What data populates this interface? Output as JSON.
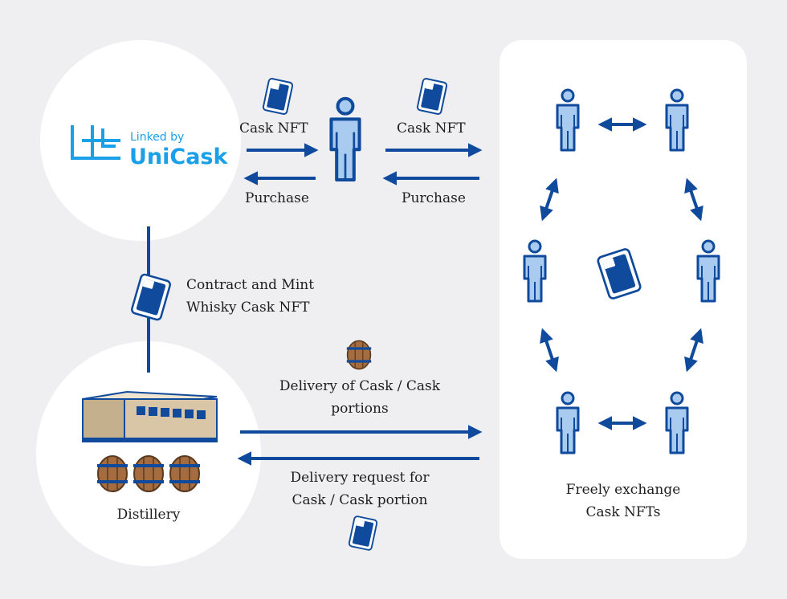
{
  "brand": {
    "small": "Linked by",
    "name": "UniCask"
  },
  "edges": {
    "cask_nft_1": "Cask NFT",
    "cask_nft_2": "Cask NFT",
    "purchase_1": "Purchase",
    "purchase_2": "Purchase",
    "mint_line1": "Contract and Mint",
    "mint_line2": "Whisky Cask NFT",
    "delivery_line1": "Delivery of Cask / Cask",
    "delivery_line2": "portions",
    "request_line1": "Delivery request for",
    "request_line2": "Cask / Cask portion"
  },
  "nodes": {
    "distillery": "Distillery",
    "market_line1": "Freely exchange",
    "market_line2": "Cask NFTs"
  },
  "colors": {
    "background": "#efeff1",
    "panel": "#ffffff",
    "navy": "#0f4a9c",
    "person_fill": "#a9cbef",
    "brand": "#1aa0e8",
    "barrel": "#a46c3f",
    "building": "#d8c6a6"
  }
}
